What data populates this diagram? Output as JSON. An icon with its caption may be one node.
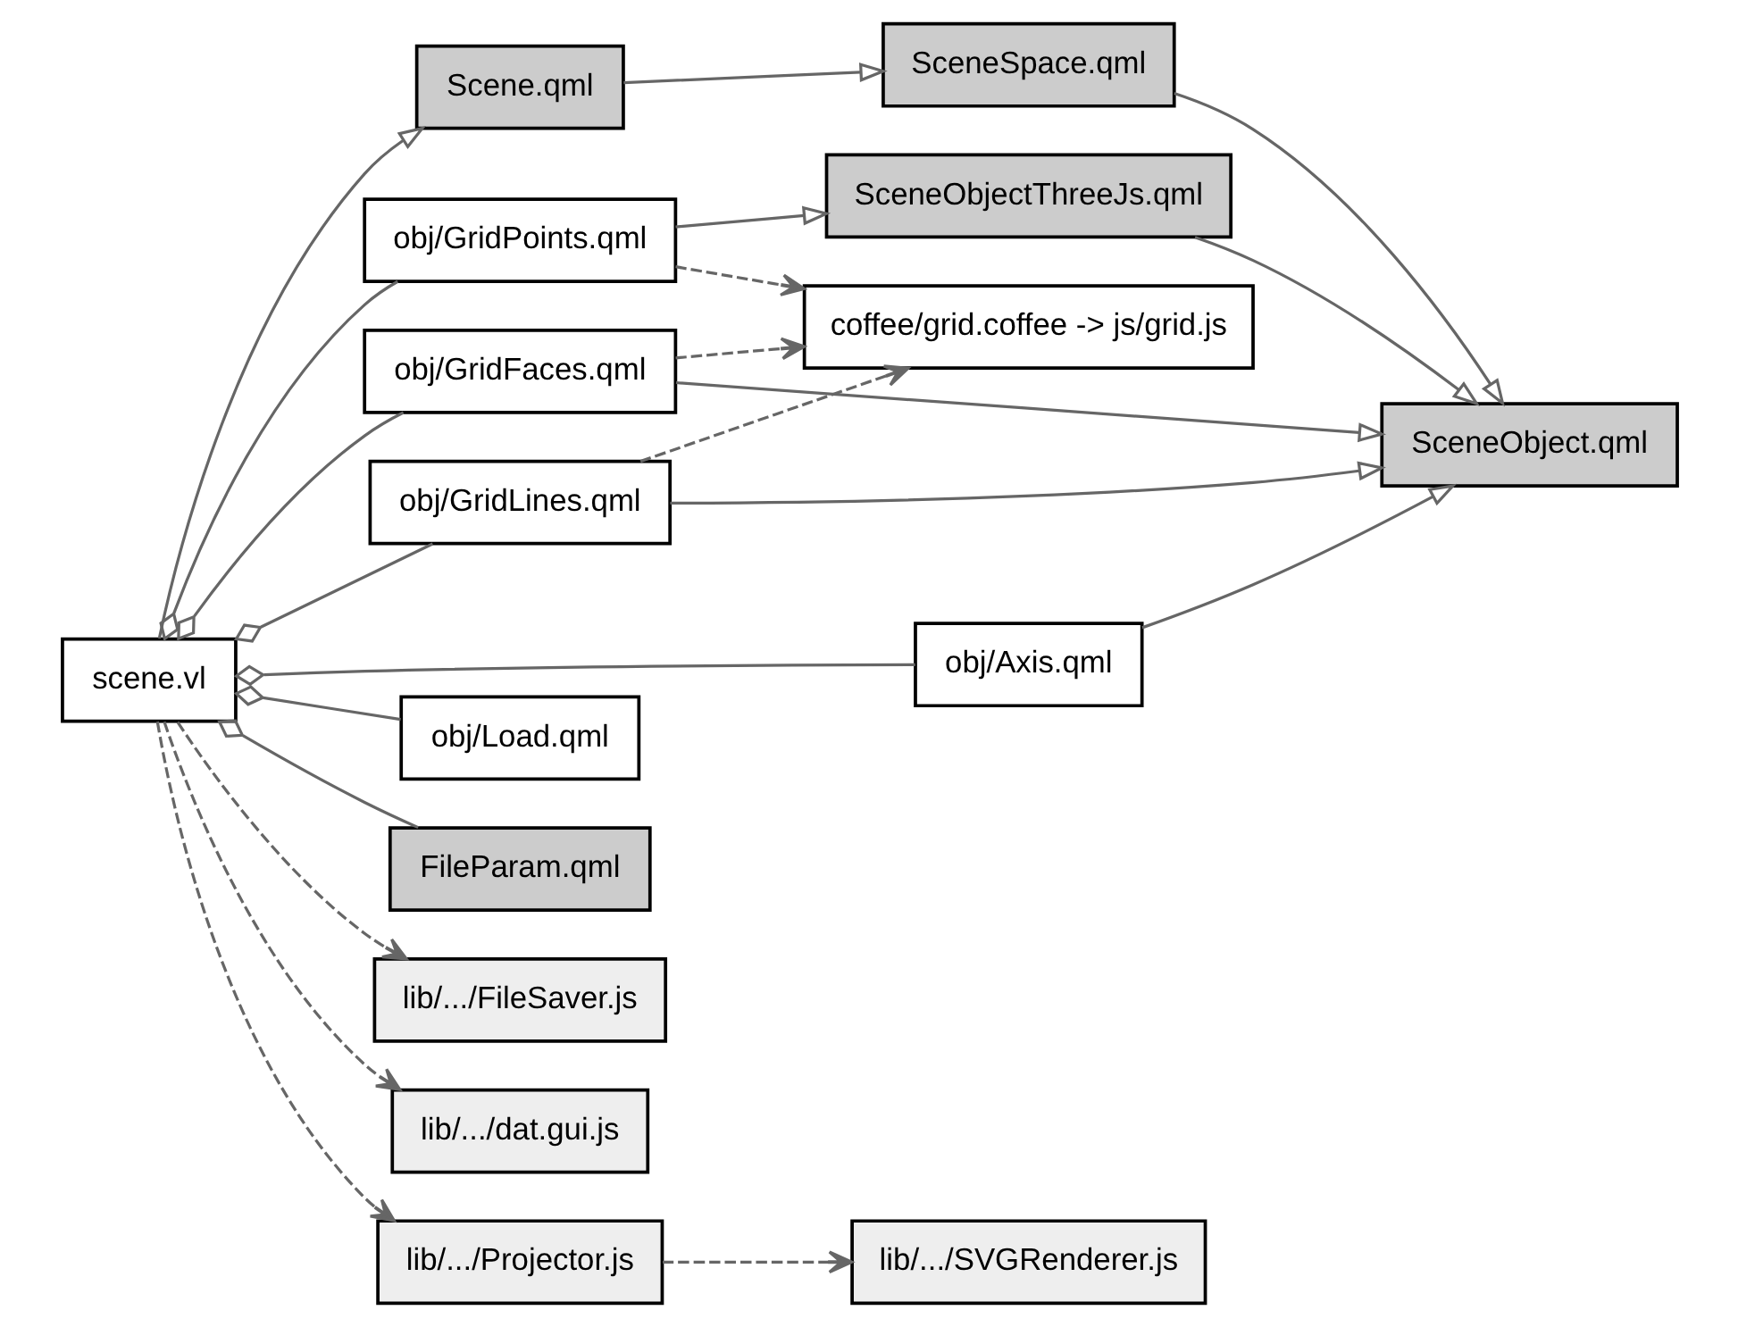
{
  "diagram": {
    "nodes": [
      {
        "text": [
          "Scene.qml"
        ]
      },
      {
        "text": [
          "SceneSpace.qml"
        ]
      },
      {
        "text": [
          "SceneObject.qml"
        ]
      },
      {
        "text": [
          "scene.vl"
        ]
      },
      {
        "text": [
          "obj/Axis.qml"
        ]
      },
      {
        "text": [
          "obj/GridFaces.qml"
        ]
      },
      {
        "text": [
          "obj/GridLines.qml"
        ]
      },
      {
        "text": [
          "obj/GridPoints.qml"
        ]
      },
      {
        "text": [
          "coffee/grid.coffee -> js/grid.js"
        ]
      },
      {
        "text": [
          "obj/Load.qml"
        ]
      },
      {
        "text": [
          "FileParam.qml"
        ]
      },
      {
        "text": [
          "lib/.../FileSaver.js"
        ]
      },
      {
        "text": [
          "SceneObjectThreeJs.qml"
        ]
      },
      {
        "text": [
          "lib/.../dat.gui.js"
        ]
      },
      {
        "text": [
          "lib/.../Projector.js"
        ]
      },
      {
        "text": [
          "lib/.../SVGRenderer.js"
        ]
      }
    ],
    "edges": [
      {
        "from": 0,
        "to": 1,
        "arrow": "to"
      },
      {
        "from": 1,
        "to": 2,
        "arrow": "to"
      },
      {
        "from": 12,
        "to": 2,
        "arrow": "to"
      },
      {
        "from": 3,
        "to": 0,
        "arrow": "to"
      },
      {
        "from": 3,
        "to": 4,
        "arrow": "other"
      },
      {
        "from": 3,
        "to": 5,
        "arrow": "other"
      },
      {
        "from": 3,
        "to": 6,
        "arrow": "other"
      },
      {
        "from": 3,
        "to": 7,
        "arrow": "other"
      },
      {
        "from": 3,
        "to": 9,
        "arrow": "other"
      },
      {
        "from": 3,
        "to": 10,
        "arrow": "other"
      },
      {
        "from": 4,
        "to": 2,
        "arrow": "to"
      },
      {
        "from": 5,
        "to": 2,
        "arrow": "to"
      },
      {
        "from": 6,
        "to": 2,
        "arrow": "to"
      },
      {
        "from": 7,
        "to": 12,
        "arrow": "to"
      },
      {
        "from": 5,
        "to": 8,
        "arrow": "to",
        "style": "dashed"
      },
      {
        "from": 6,
        "to": 8,
        "arrow": "to",
        "style": "dashed"
      },
      {
        "from": 7,
        "to": 8,
        "arrow": "to",
        "style": "dashed"
      },
      {
        "from": 3,
        "to": 11,
        "arrow": "to",
        "style": "dashed"
      },
      {
        "from": 3,
        "to": 13,
        "arrow": "to",
        "style": "dashed"
      },
      {
        "from": 3,
        "to": 14,
        "arrow": "to",
        "style": "dashed"
      },
      {
        "from": 14,
        "to": 15,
        "arrow": "to",
        "style": "dashed"
      }
    ]
  }
}
